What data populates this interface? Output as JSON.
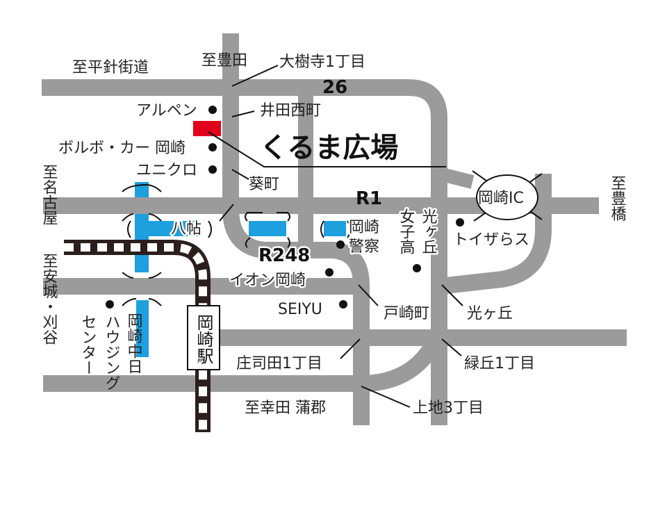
{
  "destination": {
    "name": "くるま広場",
    "marker_color": "#e0001a"
  },
  "routes": {
    "r26": "26",
    "r1": "R1",
    "r248": "R248"
  },
  "directions": {
    "hirabari": "至平針街道",
    "toyota": "至豊田",
    "nagoya": "至名古屋",
    "anjo_kariya": "至安城・刈谷",
    "toyohashi": "至豊橋",
    "kota_gamagori": "至幸田 蒲郡"
  },
  "intersections": {
    "daijuji": "大樹寺1丁目",
    "idanishi": "井田西町",
    "aoi": "葵町",
    "hacchou": "八帖",
    "tosaki": "戸崎町",
    "hikarigaoka": "光ヶ丘",
    "shoshida": "庄司田1丁目",
    "midorigaoka": "緑丘1丁目",
    "kamiji": "上地3丁目"
  },
  "landmarks": {
    "alpen": "アルペン",
    "volvo": "ボルボ・カー 岡崎",
    "uniqlo": "ユニクロ",
    "police": "岡崎\n警察",
    "girls_hs": "光ヶ丘\n女子高",
    "aeon": "イオン岡崎",
    "seiyu": "SEIYU",
    "housing": "ハウジング\nセンター",
    "toysrus": "トイザらス",
    "okazaki_chubu": "岡崎中日"
  },
  "interchange": "岡崎IC",
  "station": "岡崎駅",
  "colors": {
    "road": "#9b9b9b",
    "river": "#1e9fde",
    "rail_dark": "#2a1f1d",
    "marker": "#e0001a"
  }
}
